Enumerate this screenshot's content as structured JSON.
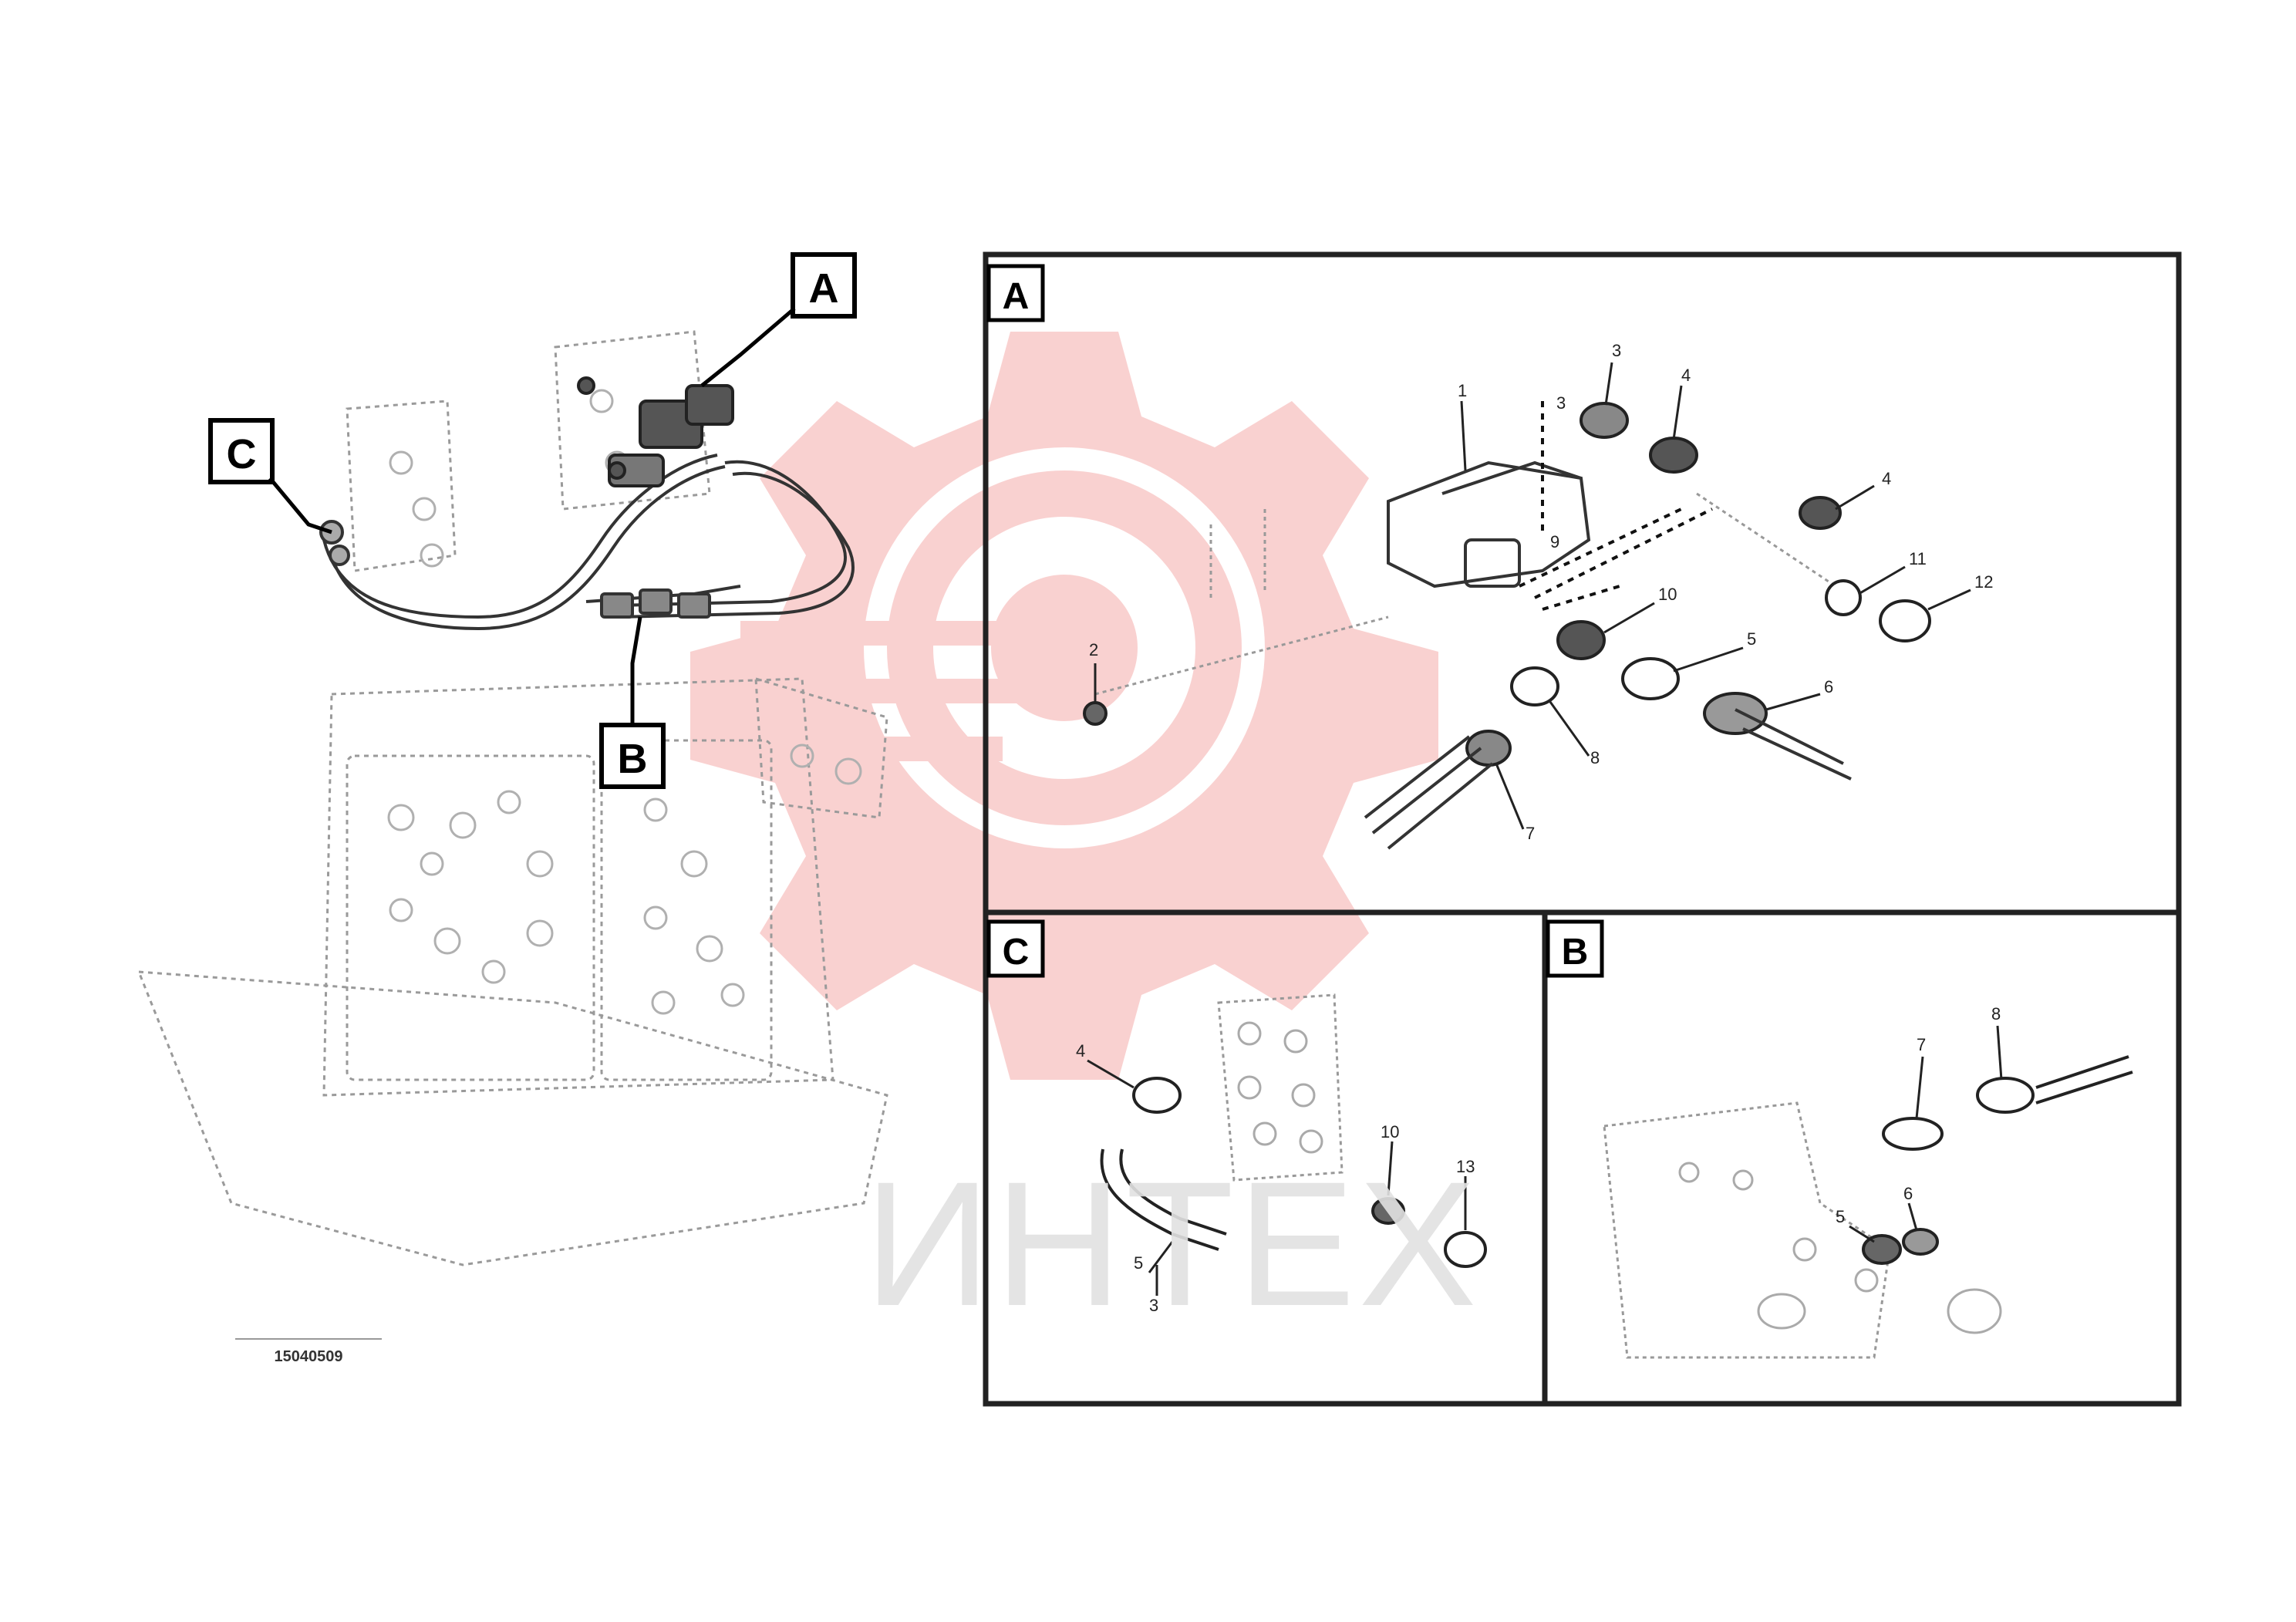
{
  "callouts": {
    "a": "A",
    "b": "B",
    "c": "C"
  },
  "panels": {
    "a_label": "A",
    "c_label": "C",
    "b_label": "B"
  },
  "part_numbers": {
    "a": [
      "3",
      "4",
      "1",
      "4",
      "11",
      "12",
      "10",
      "5",
      "6",
      "8",
      "7",
      "2",
      "9",
      "3"
    ],
    "c": [
      "4",
      "3",
      "10",
      "13",
      "5"
    ],
    "b": [
      "7",
      "8",
      "5",
      "6"
    ]
  },
  "watermark": {
    "text": "ИНТЕХ",
    "brand_color": "#e8322f"
  },
  "drawing_code": "15040509"
}
